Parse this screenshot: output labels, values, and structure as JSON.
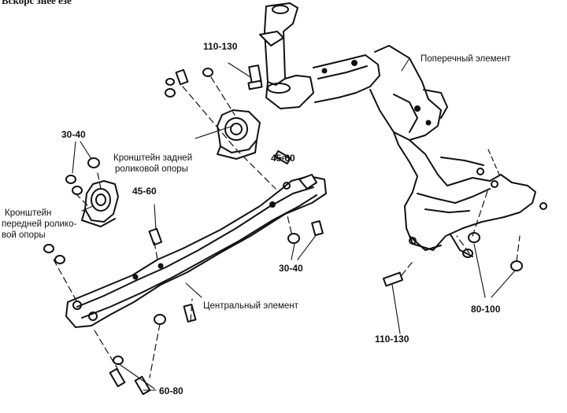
{
  "header_fragment": "Вскорс знее езе",
  "labels": {
    "cross_member": "Поперечный элемент",
    "central_member": "Центральный элемент",
    "rear_bracket_line1": "Кронштейн задней",
    "rear_bracket_line2": "роликовой опоры",
    "front_bracket_line1": "Кронштейн",
    "front_bracket_line2": "передней ролико-",
    "front_bracket_line3": "вой опоры"
  },
  "torques": {
    "t_110_130_top": "110-130",
    "t_110_130_bottom": "110-130",
    "t_30_40_left": "30-40",
    "t_30_40_right": "30-40",
    "t_45_60_left": "45-60",
    "t_45_60_right": "45-60",
    "t_80_100": "80-100",
    "t_60_80": "60-80"
  }
}
